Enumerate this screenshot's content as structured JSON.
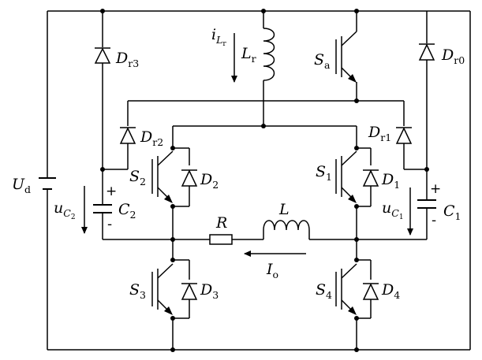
{
  "labels": {
    "Ud": {
      "main": "U",
      "sub": "d"
    },
    "Dr3": {
      "main": "D",
      "sub": "r3"
    },
    "Dr2": {
      "main": "D",
      "sub": "r2"
    },
    "Dr1": {
      "main": "D",
      "sub": "r1"
    },
    "Dr0": {
      "main": "D",
      "sub": "r0"
    },
    "Lr": {
      "main": "L",
      "sub": "r"
    },
    "iLr": {
      "main": "i",
      "sub": "L",
      "subsub": "r"
    },
    "Sa": {
      "main": "S",
      "sub": "a"
    },
    "S1": {
      "main": "S",
      "sub": "1"
    },
    "S2": {
      "main": "S",
      "sub": "2"
    },
    "S3": {
      "main": "S",
      "sub": "3"
    },
    "S4": {
      "main": "S",
      "sub": "4"
    },
    "D1": {
      "main": "D",
      "sub": "1"
    },
    "D2": {
      "main": "D",
      "sub": "2"
    },
    "D3": {
      "main": "D",
      "sub": "3"
    },
    "D4": {
      "main": "D",
      "sub": "4"
    },
    "C1": {
      "main": "C",
      "sub": "1"
    },
    "C2": {
      "main": "C",
      "sub": "2"
    },
    "uC1": {
      "main": "u",
      "sub": "C",
      "subsub": "1"
    },
    "uC2": {
      "main": "u",
      "sub": "C",
      "subsub": "2"
    },
    "R": {
      "main": "R"
    },
    "L": {
      "main": "L"
    },
    "Io": {
      "main": "I",
      "sub": "o"
    }
  },
  "polarity": {
    "plus": "+",
    "minus": "-"
  }
}
